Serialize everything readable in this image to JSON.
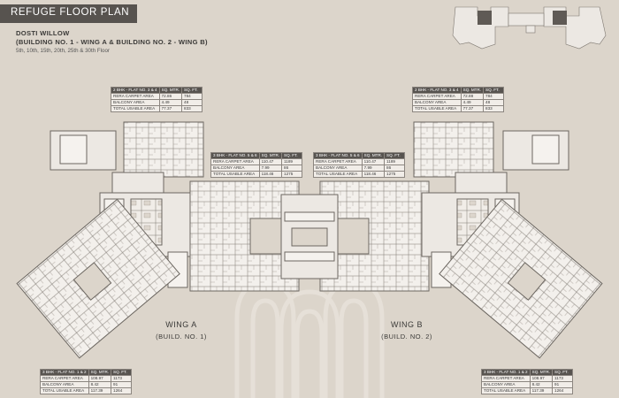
{
  "header": {
    "title": "REFUGE FLOOR PLAN",
    "project": "DOSTI WILLOW",
    "buildings": "(BUILDING NO. 1 - WING A & BUILDING NO. 2 - WING B)",
    "floors": "5th, 10th, 15th, 20th, 25th & 30th Floor"
  },
  "tables": {
    "top_left": {
      "heading": "2 BHK - FLAT NO. 3 & 4",
      "col1": "SQ. MTR.",
      "col2": "SQ. FT.",
      "rows": [
        {
          "label": "RERA CARPET AREA",
          "mtr": "72.86",
          "ft": "784"
        },
        {
          "label": "BALCONY AREA",
          "mtr": "4.49",
          "ft": "48"
        },
        {
          "label": "TOTAL USABLE AREA",
          "mtr": "77.37",
          "ft": "833"
        }
      ]
    },
    "top_right": {
      "heading": "2 BHK - FLAT NO. 3 & 4",
      "col1": "SQ. MTR.",
      "col2": "SQ. FT.",
      "rows": [
        {
          "label": "RERA CARPET AREA",
          "mtr": "72.88",
          "ft": "784"
        },
        {
          "label": "BALCONY AREA",
          "mtr": "4.49",
          "ft": "48"
        },
        {
          "label": "TOTAL USABLE AREA",
          "mtr": "77.37",
          "ft": "833"
        }
      ]
    },
    "mid_left": {
      "heading": "3 BHK - FLAT NO. 5 & 6",
      "col1": "SQ. MTR.",
      "col2": "SQ. FT.",
      "rows": [
        {
          "label": "RERA CARPET AREA",
          "mtr": "110.47",
          "ft": "1189"
        },
        {
          "label": "BALCONY AREA",
          "mtr": "7.99",
          "ft": "86"
        },
        {
          "label": "TOTAL USABLE AREA",
          "mtr": "118.46",
          "ft": "1275"
        }
      ]
    },
    "mid_right": {
      "heading": "3 BHK - FLAT NO. 5 & 6",
      "col1": "SQ. MTR.",
      "col2": "SQ. FT.",
      "rows": [
        {
          "label": "RERA CARPET AREA",
          "mtr": "110.47",
          "ft": "1189"
        },
        {
          "label": "BALCONY AREA",
          "mtr": "7.99",
          "ft": "86"
        },
        {
          "label": "TOTAL USABLE AREA",
          "mtr": "118.46",
          "ft": "1275"
        }
      ]
    },
    "bottom_left": {
      "heading": "3 BHK - FLAT NO. 1 & 2",
      "col1": "SQ. MTR.",
      "col2": "SQ. FT.",
      "rows": [
        {
          "label": "RERA CARPET AREA",
          "mtr": "108.97",
          "ft": "1173"
        },
        {
          "label": "BALCONY AREA",
          "mtr": "8.42",
          "ft": "91"
        },
        {
          "label": "TOTAL USABLE AREA",
          "mtr": "117.39",
          "ft": "1264"
        }
      ]
    },
    "bottom_right": {
      "heading": "3 BHK - FLAT NO. 1 & 2",
      "col1": "SQ. MTR.",
      "col2": "SQ. FT.",
      "rows": [
        {
          "label": "RERA CARPET AREA",
          "mtr": "108.97",
          "ft": "1173"
        },
        {
          "label": "BALCONY AREA",
          "mtr": "8.42",
          "ft": "91"
        },
        {
          "label": "TOTAL USABLE AREA",
          "mtr": "117.39",
          "ft": "1264"
        }
      ]
    }
  },
  "wings": {
    "a": {
      "name": "WING A",
      "building": "(BUILD. NO. 1)"
    },
    "b": {
      "name": "WING B",
      "building": "(BUILD. NO. 2)"
    }
  },
  "colors": {
    "background": "#dcd5cb",
    "title_bar": "#57534f",
    "plan_fill": "#ece8e3",
    "plan_wall": "#6b6660",
    "room_fill": "#f5f2ee"
  }
}
